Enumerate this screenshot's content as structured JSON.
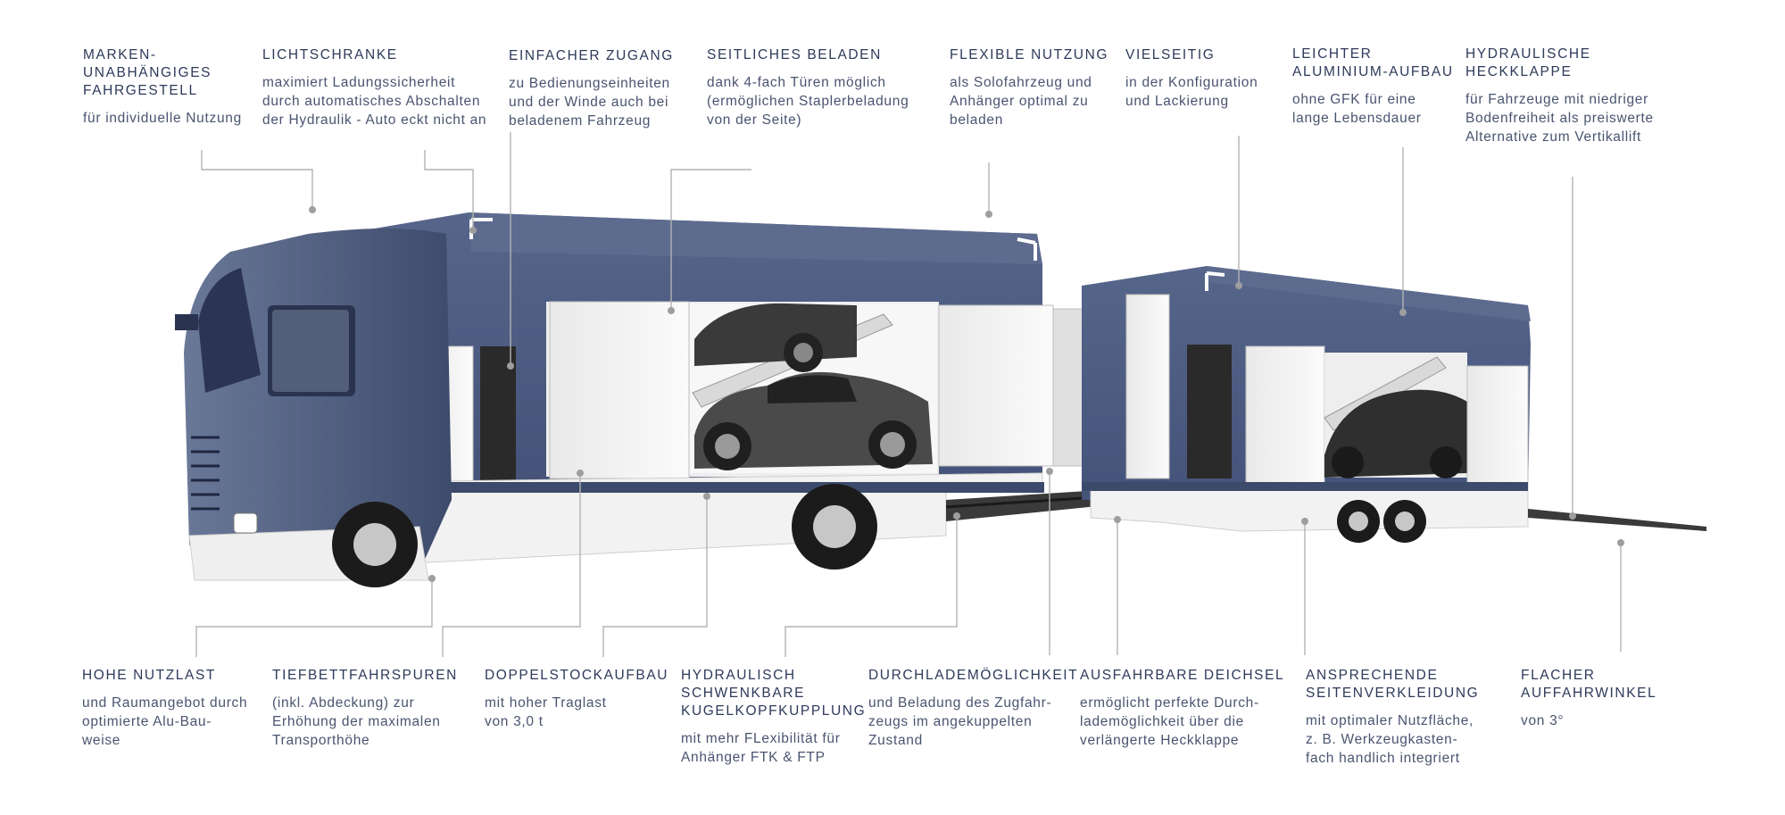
{
  "top_features": [
    {
      "id": "marken",
      "title": "MARKEN-\nUNABHÄNGIGES\nFAHRGESTELL",
      "desc": "für individuelle Nutzung"
    },
    {
      "id": "lichtschranke",
      "title": "LICHTSCHRANKE",
      "desc": "maximiert Ladungssicherheit\ndurch automatisches Abschalten\nder Hydraulik - Auto eckt nicht an"
    },
    {
      "id": "zugang",
      "title": "EINFACHER ZUGANG",
      "desc": "zu Bedienungseinheiten\nund der Winde auch bei\nbeladenem Fahrzeug"
    },
    {
      "id": "beladen",
      "title": "SEITLICHES BELADEN",
      "desc": "dank 4-fach Türen möglich\n(ermöglichen Staplerbeladung\nvon der Seite)"
    },
    {
      "id": "flexibel",
      "title": "FLEXIBLE NUTZUNG",
      "desc": "als Solofahrzeug und\nAnhänger optimal zu\nbeladen"
    },
    {
      "id": "vielseitig",
      "title": "VIELSEITIG",
      "desc": "in der Konfiguration\nund Lackierung"
    },
    {
      "id": "aluminium",
      "title": "LEICHTER\nALUMINIUM-AUFBAU",
      "desc": "ohne GFK für eine\nlange Lebensdauer"
    },
    {
      "id": "heckklappe",
      "title": "HYDRAULISCHE\nHECKKLAPPE",
      "desc": "für Fahrzeuge mit niedriger\nBodenfreiheit als preiswerte\nAlternative zum Vertikallift"
    }
  ],
  "bottom_features": [
    {
      "id": "nutzlast",
      "title": "HOHE NUTZLAST",
      "desc": "und Raumangebot durch\noptimierte Alu-Bau-\nweise"
    },
    {
      "id": "tiefbett",
      "title": "TIEFBETTFAHRSPUREN",
      "desc": "(inkl. Abdeckung) zur\nErhöhung der maximalen\nTransporthöhe"
    },
    {
      "id": "doppelstock",
      "title": "DOPPELSTOCKAUFBAU",
      "desc": "mit hoher Traglast\nvon 3,0 t"
    },
    {
      "id": "kugelkopf",
      "title": "HYDRAULISCH\nSCHWENKBARE\nKUGELKOPFKUPPLUNG",
      "desc": "mit mehr FLexibilität für\nAnhänger FTK & FTP"
    },
    {
      "id": "durchlade",
      "title": "DURCHLADEMÖGLICHKEIT",
      "desc": "und Beladung des Zugfahr-\nzeugs im angekuppelten\nZustand"
    },
    {
      "id": "deichsel",
      "title": "AUSFAHRBARE DEICHSEL",
      "desc": "ermöglicht perfekte Durch-\nlademöglichkeit über die\nverlängerte Heckklappe"
    },
    {
      "id": "verkleidung",
      "title": "ANSPRECHENDE\nSEITENVERKLEIDUNG",
      "desc": "mit optimaler Nutzfläche,\nz. B. Werkzeugkasten-\nfach handlich integriert"
    },
    {
      "id": "auffahrwinkel",
      "title": "FLACHER\nAUFFAHRWINKEL",
      "desc": "von 3°"
    }
  ],
  "colors": {
    "text": "#2e3a5a",
    "body_blue": "#4c5b7e",
    "leader_line": "#b3b3b3",
    "trim_white": "#f3f3f3"
  }
}
